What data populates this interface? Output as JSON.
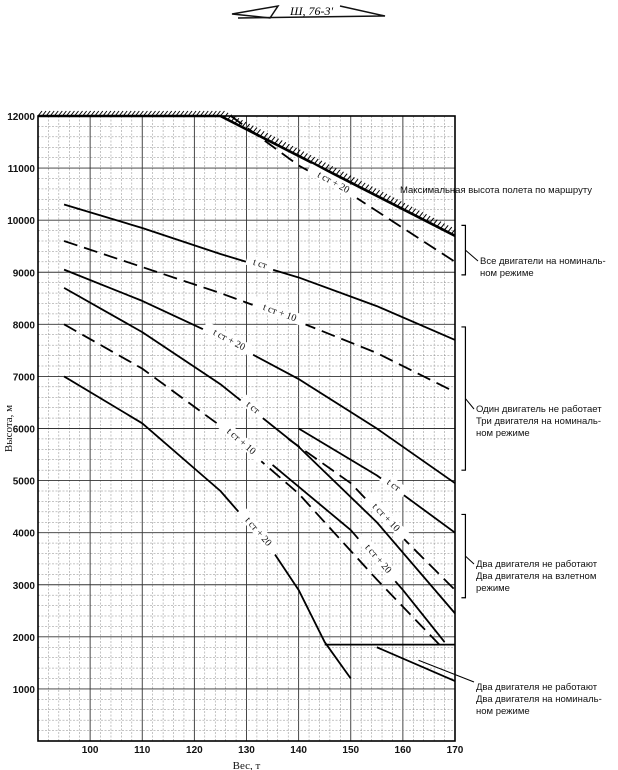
{
  "header_mark": "Ш, 76-3'",
  "chart_data": {
    "type": "line",
    "xlabel": "Вес, т",
    "ylabel": "Высота, м",
    "xlim": [
      90,
      170
    ],
    "ylim": [
      0,
      12000
    ],
    "xticks": [
      100,
      110,
      120,
      130,
      140,
      150,
      160,
      170
    ],
    "yticks": [
      1000,
      2000,
      3000,
      4000,
      5000,
      6000,
      7000,
      8000,
      9000,
      10000,
      11000,
      12000
    ],
    "grid": true,
    "series": [
      {
        "label": "t ст + 20",
        "dashed": true,
        "points": [
          [
            127,
            12000
          ],
          [
            140,
            11050
          ],
          [
            150,
            10500
          ],
          [
            170,
            9200
          ]
        ]
      },
      {
        "label": "t ст",
        "dashed": false,
        "points": [
          [
            95,
            10300
          ],
          [
            110,
            9850
          ],
          [
            125,
            9350
          ],
          [
            140,
            8900
          ],
          [
            155,
            8350
          ],
          [
            170,
            7700
          ]
        ]
      },
      {
        "label": "t ст + 10",
        "dashed": true,
        "points": [
          [
            95,
            9600
          ],
          [
            110,
            9100
          ],
          [
            125,
            8600
          ],
          [
            140,
            8050
          ],
          [
            155,
            7450
          ],
          [
            170,
            6700
          ]
        ]
      },
      {
        "label": "t ст + 20",
        "dashed": false,
        "points": [
          [
            95,
            9050
          ],
          [
            110,
            8450
          ],
          [
            125,
            7750
          ],
          [
            140,
            6950
          ],
          [
            155,
            6000
          ],
          [
            170,
            4950
          ]
        ]
      },
      {
        "label": "t ст",
        "dashed": false,
        "points": [
          [
            95,
            8700
          ],
          [
            110,
            7850
          ],
          [
            125,
            6850
          ],
          [
            140,
            5650
          ],
          [
            155,
            4200
          ],
          [
            170,
            2450
          ]
        ]
      },
      {
        "label": "t ст + 10",
        "dashed": true,
        "points": [
          [
            95,
            8000
          ],
          [
            110,
            7150
          ],
          [
            125,
            6050
          ],
          [
            140,
            4750
          ],
          [
            155,
            3100
          ],
          [
            167,
            1850
          ]
        ]
      },
      {
        "label": "t ст + 20",
        "dashed": false,
        "points": [
          [
            95,
            7000
          ],
          [
            110,
            6100
          ],
          [
            125,
            4800
          ],
          [
            135,
            3650
          ],
          [
            140,
            2900
          ],
          [
            145,
            1900
          ],
          [
            150,
            1200
          ]
        ]
      },
      {
        "label": "t ст",
        "dashed": false,
        "points": [
          [
            140,
            6000
          ],
          [
            155,
            5100
          ],
          [
            170,
            4000
          ]
        ]
      },
      {
        "label": "t ст + 10",
        "dashed": true,
        "points": [
          [
            138,
            5800
          ],
          [
            150,
            4950
          ],
          [
            160,
            3900
          ],
          [
            170,
            2900
          ]
        ]
      },
      {
        "label": "t ст + 20",
        "dashed": false,
        "points": [
          [
            135,
            5300
          ],
          [
            150,
            4050
          ],
          [
            160,
            2900
          ],
          [
            168,
            1900
          ]
        ]
      },
      {
        "label": "",
        "dashed": false,
        "points": [
          [
            145,
            1850
          ],
          [
            170,
            1850
          ]
        ]
      },
      {
        "label": "",
        "dashed": false,
        "points": [
          [
            155,
            1800
          ],
          [
            170,
            1150
          ]
        ]
      }
    ],
    "annotations": [
      {
        "text": "Максимальная высота полета по маршруту"
      },
      {
        "text": [
          "Все двигатели на номиналь-",
          "ном режиме"
        ]
      },
      {
        "text": [
          "Один двигатель не работает",
          "Три двигателя на номиналь-",
          "ном режиме"
        ]
      },
      {
        "text": [
          "Два двигателя не работают",
          "Два двигателя на взлетном",
          "режиме"
        ]
      },
      {
        "text": [
          "Два двигателя не работают",
          "Два двигателя на номиналь-",
          "ном режиме"
        ]
      }
    ]
  }
}
